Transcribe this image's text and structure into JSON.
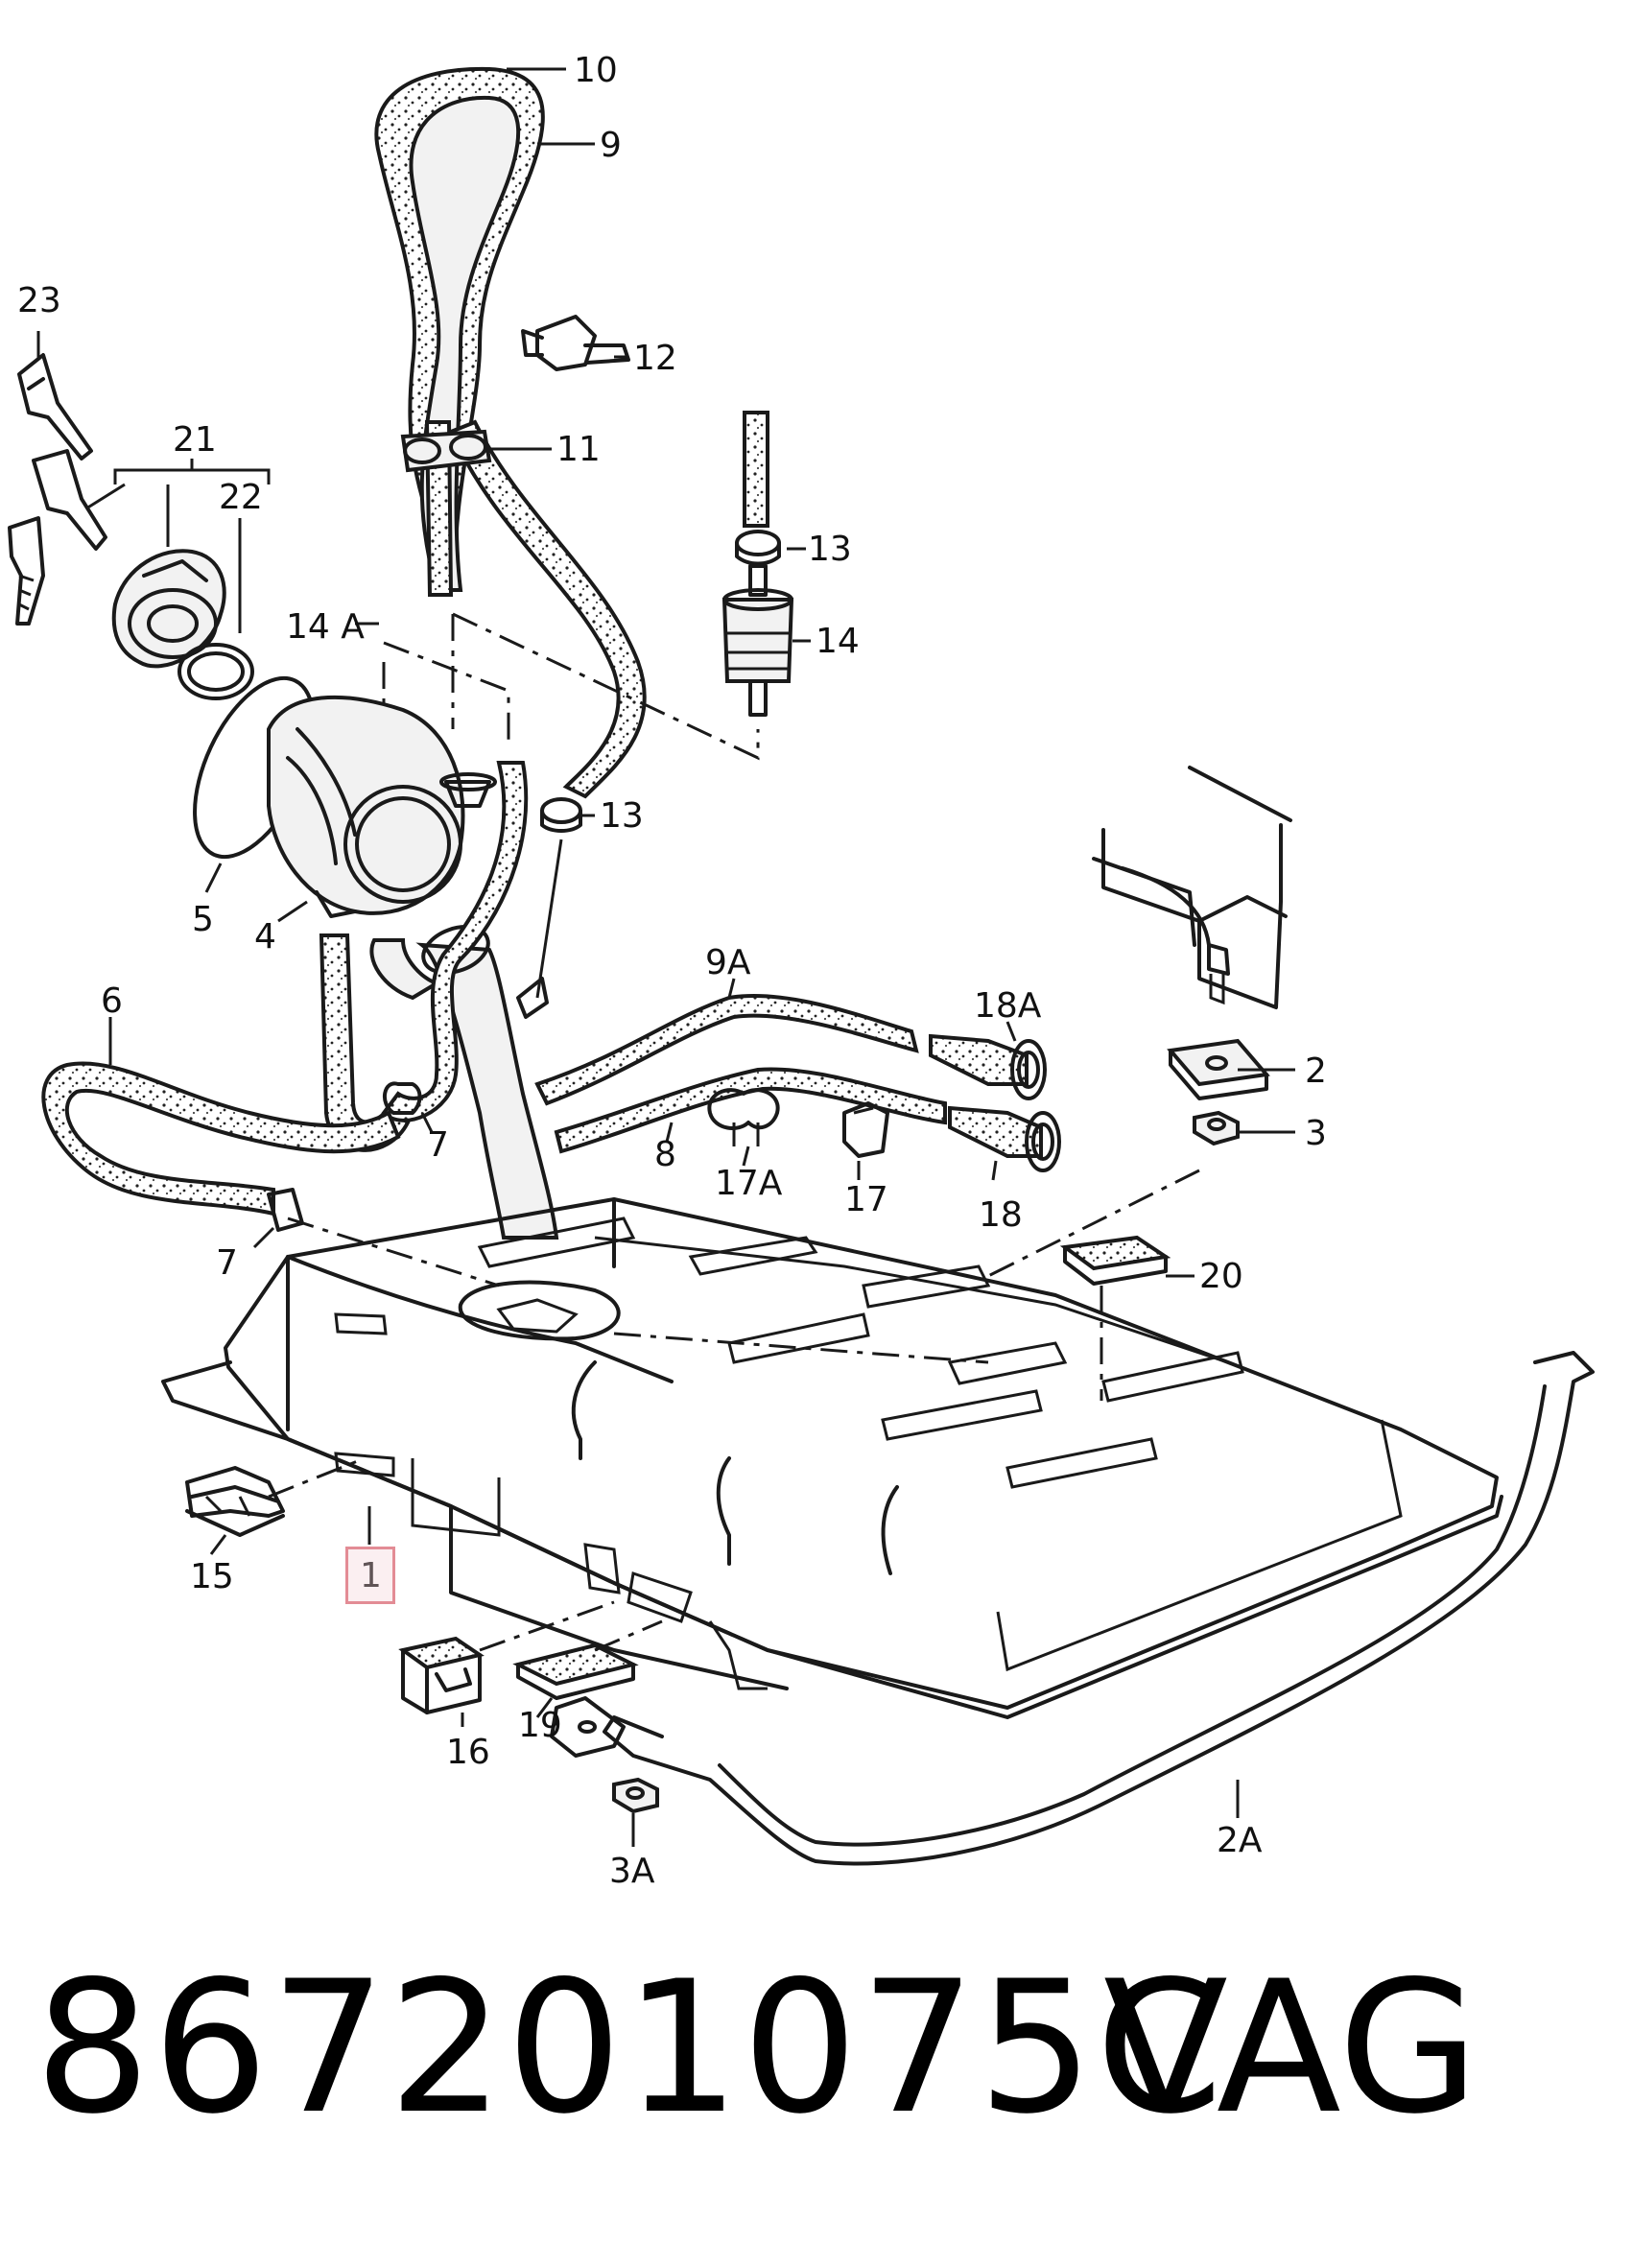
{
  "diagram": {
    "callouts": {
      "c1": "1",
      "c2": "2",
      "c2a": "2A",
      "c3": "3",
      "c3a": "3A",
      "c4": "4",
      "c5": "5",
      "c6": "6",
      "c7a": "7",
      "c7b": "7",
      "c8": "8",
      "c9": "9",
      "c9a": "9A",
      "c10": "10",
      "c11": "11",
      "c12": "12",
      "c13a": "13",
      "c13b": "13",
      "c14": "14",
      "c14a": "14 A",
      "c15": "15",
      "c16": "16",
      "c17": "17",
      "c17a": "17A",
      "c18": "18",
      "c18a": "18A",
      "c19": "19",
      "c20": "20",
      "c21": "21",
      "c22": "22",
      "c23": "23"
    },
    "highlight_color": "#e38c95"
  },
  "caption": {
    "part_number": "867201075C",
    "brand": "VAG"
  }
}
